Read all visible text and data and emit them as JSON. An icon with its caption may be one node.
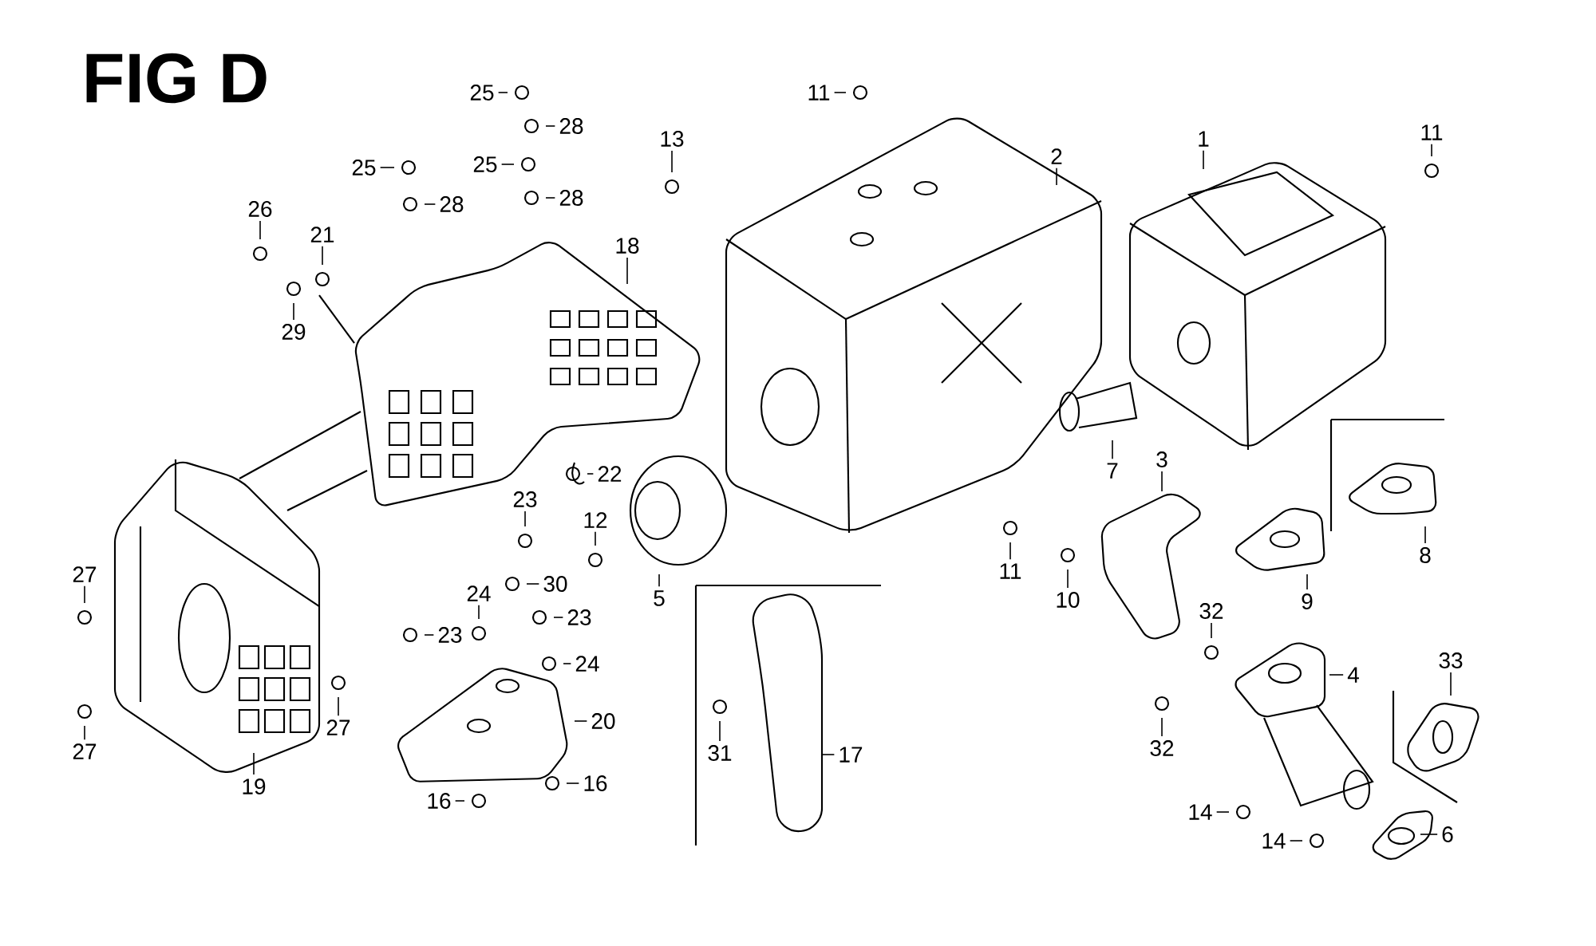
{
  "diagram": {
    "title": "FIG D",
    "nodes": [
      {
        "text": [
          "25"
        ]
      },
      {
        "text": [
          "28"
        ]
      },
      {
        "text": [
          "25"
        ]
      },
      {
        "text": [
          "28"
        ]
      },
      {
        "text": [
          "25"
        ]
      },
      {
        "text": [
          "28"
        ]
      },
      {
        "text": [
          "11"
        ]
      },
      {
        "text": [
          "13"
        ]
      },
      {
        "text": [
          "2"
        ]
      },
      {
        "text": [
          "1"
        ]
      },
      {
        "text": [
          "11"
        ]
      },
      {
        "text": [
          "26"
        ]
      },
      {
        "text": [
          "21"
        ]
      },
      {
        "text": [
          "18"
        ]
      },
      {
        "text": [
          "29"
        ]
      },
      {
        "text": [
          "7"
        ]
      },
      {
        "text": [
          "3"
        ]
      },
      {
        "text": [
          "22"
        ]
      },
      {
        "text": [
          "23"
        ]
      },
      {
        "text": [
          "12"
        ]
      },
      {
        "text": [
          "8"
        ]
      },
      {
        "text": [
          "11"
        ]
      },
      {
        "text": [
          "27"
        ]
      },
      {
        "text": [
          "30"
        ]
      },
      {
        "text": [
          "10"
        ]
      },
      {
        "text": [
          "9"
        ]
      },
      {
        "text": [
          "24"
        ]
      },
      {
        "text": [
          "5"
        ]
      },
      {
        "text": [
          "32"
        ]
      },
      {
        "text": [
          "23"
        ]
      },
      {
        "text": [
          "23"
        ]
      },
      {
        "text": [
          "33"
        ]
      },
      {
        "text": [
          "24"
        ]
      },
      {
        "text": [
          "4"
        ]
      },
      {
        "text": [
          "20"
        ]
      },
      {
        "text": [
          "27"
        ]
      },
      {
        "text": [
          "27"
        ]
      },
      {
        "text": [
          "32"
        ]
      },
      {
        "text": [
          "31"
        ]
      },
      {
        "text": [
          "17"
        ]
      },
      {
        "text": [
          "16"
        ]
      },
      {
        "text": [
          "19"
        ]
      },
      {
        "text": [
          "16"
        ]
      },
      {
        "text": [
          "14"
        ]
      },
      {
        "text": [
          "6"
        ]
      },
      {
        "text": [
          "14"
        ]
      }
    ],
    "edges": [
      {
        "from": 0,
        "to": null,
        "arrow": "none"
      },
      {
        "from": 1,
        "to": null,
        "arrow": "none"
      },
      {
        "from": 2,
        "to": null,
        "arrow": "none"
      },
      {
        "from": 3,
        "to": null,
        "arrow": "none"
      },
      {
        "from": 4,
        "to": null,
        "arrow": "none"
      },
      {
        "from": 5,
        "to": null,
        "arrow": "none"
      },
      {
        "from": 6,
        "to": null,
        "arrow": "none"
      },
      {
        "from": 7,
        "to": null,
        "arrow": "none"
      },
      {
        "from": 8,
        "to": null,
        "arrow": "none"
      },
      {
        "from": 9,
        "to": null,
        "arrow": "none"
      },
      {
        "from": 10,
        "to": null,
        "arrow": "none"
      },
      {
        "from": 11,
        "to": null,
        "arrow": "none"
      },
      {
        "from": 12,
        "to": null,
        "arrow": "none"
      },
      {
        "from": 13,
        "to": null,
        "arrow": "none"
      },
      {
        "from": 14,
        "to": null,
        "arrow": "none"
      },
      {
        "from": 15,
        "to": null,
        "arrow": "none"
      },
      {
        "from": 16,
        "to": null,
        "arrow": "none"
      },
      {
        "from": 17,
        "to": null,
        "arrow": "none"
      },
      {
        "from": 18,
        "to": null,
        "arrow": "none"
      },
      {
        "from": 19,
        "to": null,
        "arrow": "none"
      },
      {
        "from": 20,
        "to": null,
        "arrow": "none"
      },
      {
        "from": 21,
        "to": null,
        "arrow": "none"
      },
      {
        "from": 22,
        "to": null,
        "arrow": "none"
      },
      {
        "from": 23,
        "to": null,
        "arrow": "none"
      },
      {
        "from": 24,
        "to": null,
        "arrow": "none"
      },
      {
        "from": 25,
        "to": null,
        "arrow": "none"
      },
      {
        "from": 26,
        "to": null,
        "arrow": "none"
      },
      {
        "from": 27,
        "to": null,
        "arrow": "none"
      },
      {
        "from": 28,
        "to": null,
        "arrow": "none"
      },
      {
        "from": 29,
        "to": null,
        "arrow": "none"
      },
      {
        "from": 30,
        "to": null,
        "arrow": "none"
      },
      {
        "from": 31,
        "to": null,
        "arrow": "none"
      },
      {
        "from": 32,
        "to": null,
        "arrow": "none"
      },
      {
        "from": 33,
        "to": null,
        "arrow": "none"
      },
      {
        "from": 34,
        "to": null,
        "arrow": "none"
      },
      {
        "from": 35,
        "to": null,
        "arrow": "none"
      },
      {
        "from": 36,
        "to": null,
        "arrow": "none"
      },
      {
        "from": 37,
        "to": null,
        "arrow": "none"
      },
      {
        "from": 38,
        "to": null,
        "arrow": "none"
      },
      {
        "from": 39,
        "to": null,
        "arrow": "none"
      },
      {
        "from": 40,
        "to": null,
        "arrow": "none"
      },
      {
        "from": 41,
        "to": null,
        "arrow": "none"
      },
      {
        "from": 42,
        "to": null,
        "arrow": "none"
      },
      {
        "from": 43,
        "to": null,
        "arrow": "none"
      },
      {
        "from": 44,
        "to": null,
        "arrow": "none"
      },
      {
        "from": 45,
        "to": null,
        "arrow": "none"
      }
    ]
  }
}
